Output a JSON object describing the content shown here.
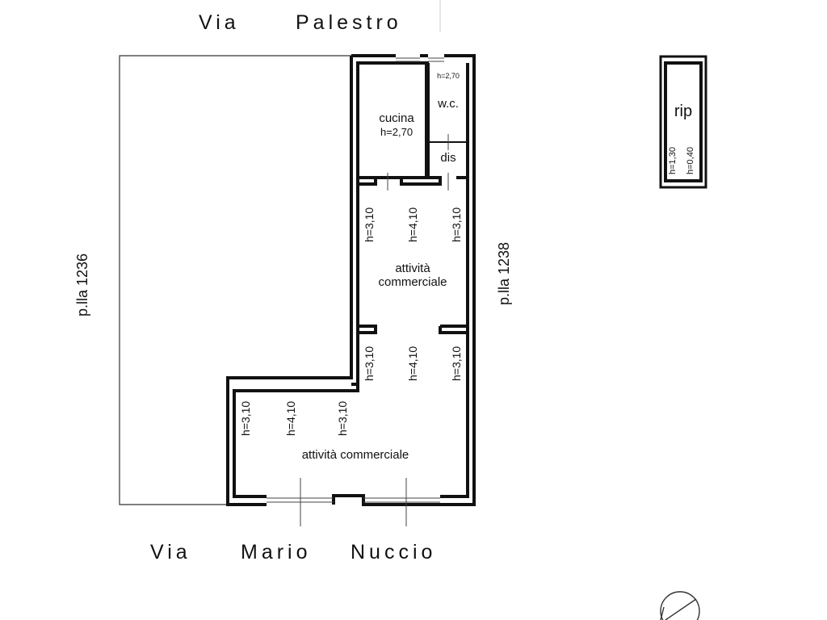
{
  "streets": {
    "top": [
      "Via",
      "Palestro"
    ],
    "bottom": [
      "Via",
      "Mario",
      "Nuccio"
    ]
  },
  "parcels": {
    "left": "p.lla 1236",
    "right": "p.lla 1238"
  },
  "rooms": {
    "kitchen": {
      "name": "cucina",
      "height": "h=2,70"
    },
    "wc": {
      "name": "w.c.",
      "height": "h=2,70"
    },
    "dis": {
      "name": "dis"
    },
    "shop_upper": {
      "name_line1": "attività",
      "name_line2": "commerciale",
      "heights": [
        "h=3,10",
        "h=4,10",
        "h=3,10"
      ]
    },
    "shop_mid": {
      "heights": [
        "h=3,10",
        "h=4,10",
        "h=3,10"
      ]
    },
    "shop_lower": {
      "name": "attività commerciale",
      "heights": [
        "h=3,10",
        "h=4,10",
        "h=3,10"
      ]
    },
    "storage": {
      "name": "rip",
      "heights": [
        "h=1,30",
        "h=0,40"
      ]
    }
  },
  "icons": [
    "north-arrow-icon"
  ]
}
